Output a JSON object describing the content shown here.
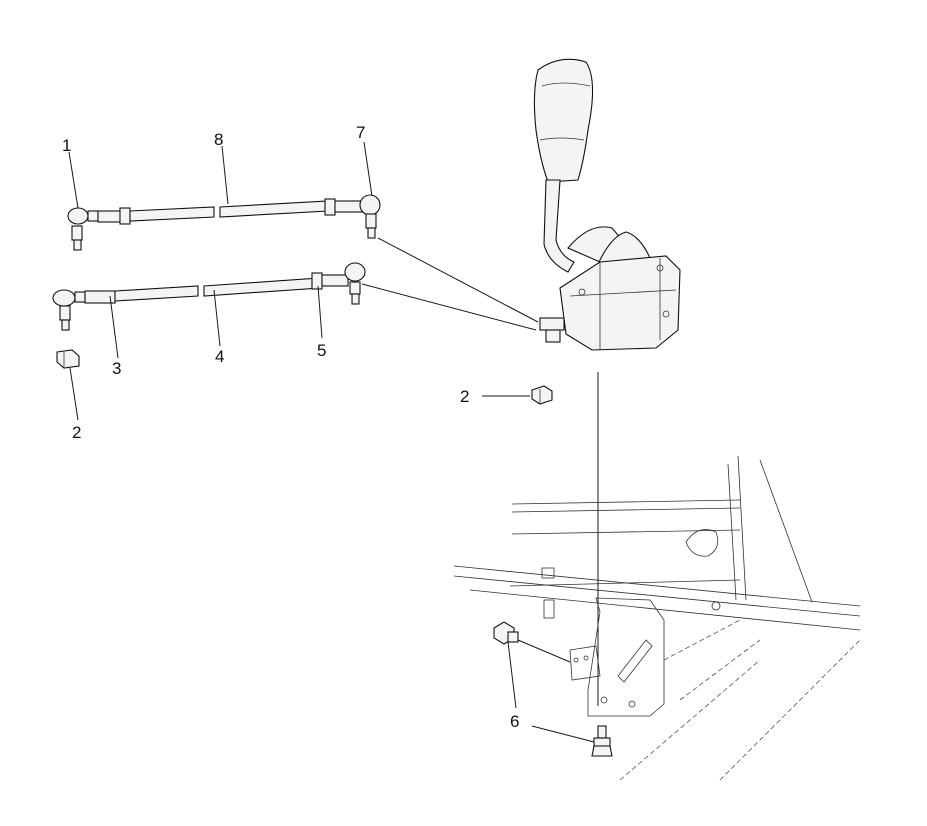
{
  "diagram": {
    "callouts": {
      "c1": "1",
      "c8": "8",
      "c7": "7",
      "c3": "3",
      "c4": "4",
      "c5": "5",
      "c2_left": "2",
      "c2_right": "2",
      "c6": "6"
    }
  }
}
